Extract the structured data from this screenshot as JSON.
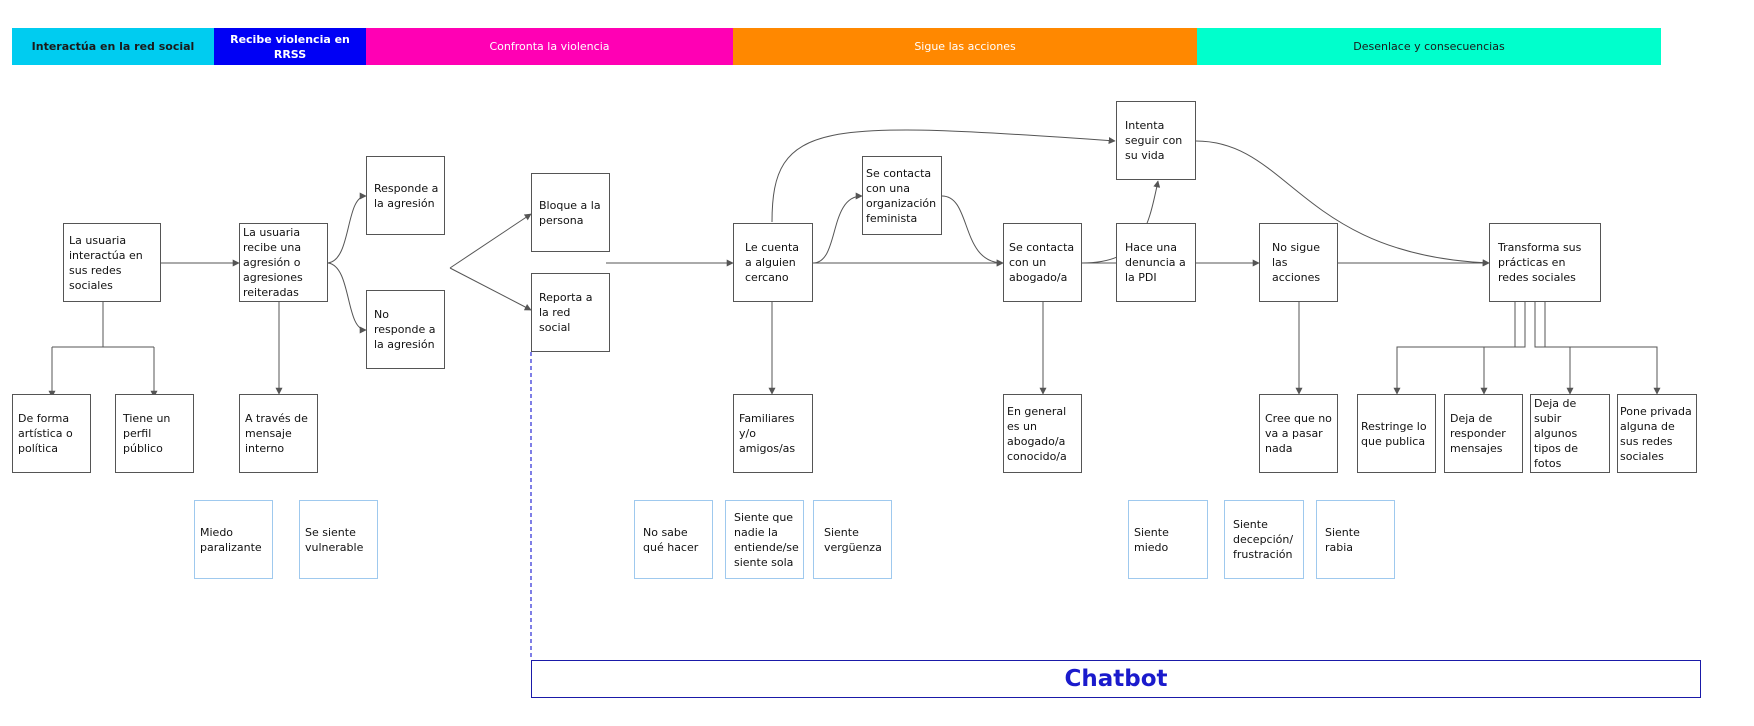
{
  "phases": [
    {
      "label": "Interactúa en la red social",
      "color": "#00ccf0",
      "text_color": "#1a1a1a"
    },
    {
      "label": "Recibe violencia en RRSS",
      "color": "#0000f5",
      "text_color": "#ffffff"
    },
    {
      "label": "Confronta la violencia",
      "color": "#ff00b4",
      "text_color": "#ffffff"
    },
    {
      "label": "Sigue las acciones",
      "color": "#ff8800",
      "text_color": "#ffffff"
    },
    {
      "label": "Desenlace y consecuencias",
      "color": "#00ffcc",
      "text_color": "#1a1a1a"
    }
  ],
  "nodes": {
    "interactua": "La usuaria interactúa en sus redes sociales",
    "artistica": "De forma artística o política",
    "perfil": "Tiene un perfil público",
    "recibe": "La usuaria recibe una agresión o agresiones reiteradas",
    "mensaje": "A través de mensaje interno",
    "responde": "Responde a la agresión",
    "no_responde": "No responde a la agresión",
    "bloquea": "Bloque a la persona",
    "reporta": "Reporta a la red social",
    "cuenta": "Le cuenta a alguien cercano",
    "familiares": "Familiares y/o amigos/as",
    "organizacion": "Se contacta con una organización feminista",
    "abogado": "Se contacta con un abogado/a",
    "conocido": "En general es un abogado/a conocido/a",
    "intenta": "Intenta seguir con su vida",
    "denuncia": "Hace una denuncia a la PDI",
    "no_sigue": "No sigue las acciones",
    "nada": "Cree que no va a pasar nada",
    "transforma": "Transforma sus prácticas en redes sociales",
    "restringe": "Restringe lo que publica",
    "deja_responder": "Deja de responder mensajes",
    "deja_fotos": "Deja de subir algunos tipos de fotos",
    "privada": "Pone privada alguna de sus redes sociales"
  },
  "emotions": {
    "miedo_paralizante": "Miedo paralizante",
    "vulnerable": "Se siente vulnerable",
    "no_sabe": "No sabe qué hacer",
    "nadie": "Siente que nadie la entiende/se siente sola",
    "verguenza": "Siente vergüenza",
    "miedo": "Siente miedo",
    "decepcion": "Siente decepción/ frustración",
    "rabia": "Siente rabia"
  },
  "chatbot": "Chatbot",
  "colors": {
    "node_border": "#555555",
    "emotion_border": "#9fc9ee",
    "chatbot": "#1a1acc",
    "connector": "#555555"
  }
}
